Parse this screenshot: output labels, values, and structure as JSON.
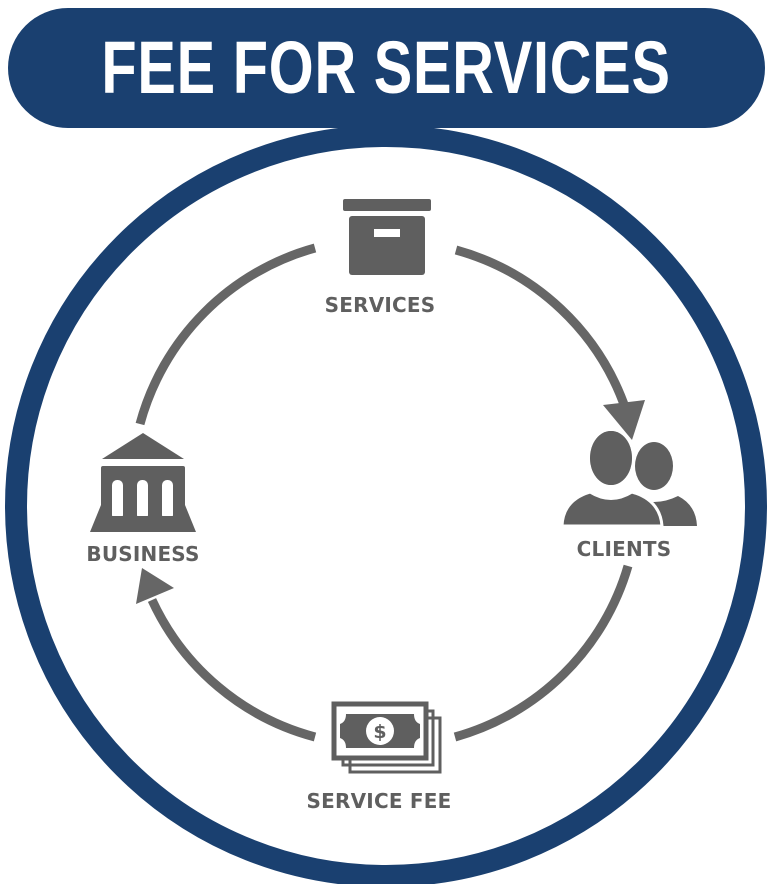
{
  "header": {
    "title": "FEE FOR SERVICES"
  },
  "colors": {
    "navy": "#1a4070",
    "icon_gray": "#5f5f5f",
    "flow_gray": "#666666",
    "background": "#ffffff"
  },
  "nodes": [
    {
      "id": "services",
      "label": "SERVICES",
      "icon": "archive-box-icon"
    },
    {
      "id": "clients",
      "label": "CLIENTS",
      "icon": "users-icon"
    },
    {
      "id": "service_fee",
      "label": "SERVICE FEE",
      "icon": "banknotes-dollar-icon"
    },
    {
      "id": "business",
      "label": "BUSINESS",
      "icon": "bank-building-icon"
    }
  ],
  "flows": [
    {
      "from": "SERVICES",
      "to": "CLIENTS",
      "arrow": "arrowhead at clients"
    },
    {
      "from": "CLIENTS",
      "to": "SERVICE FEE",
      "arrow": "none"
    },
    {
      "from": "SERVICE FEE",
      "to": "BUSINESS",
      "arrow": "arrowhead at business"
    },
    {
      "from": "BUSINESS",
      "to": "SERVICES",
      "arrow": "none"
    }
  ],
  "icon_glyphs": {
    "dollar_sign": "$"
  }
}
